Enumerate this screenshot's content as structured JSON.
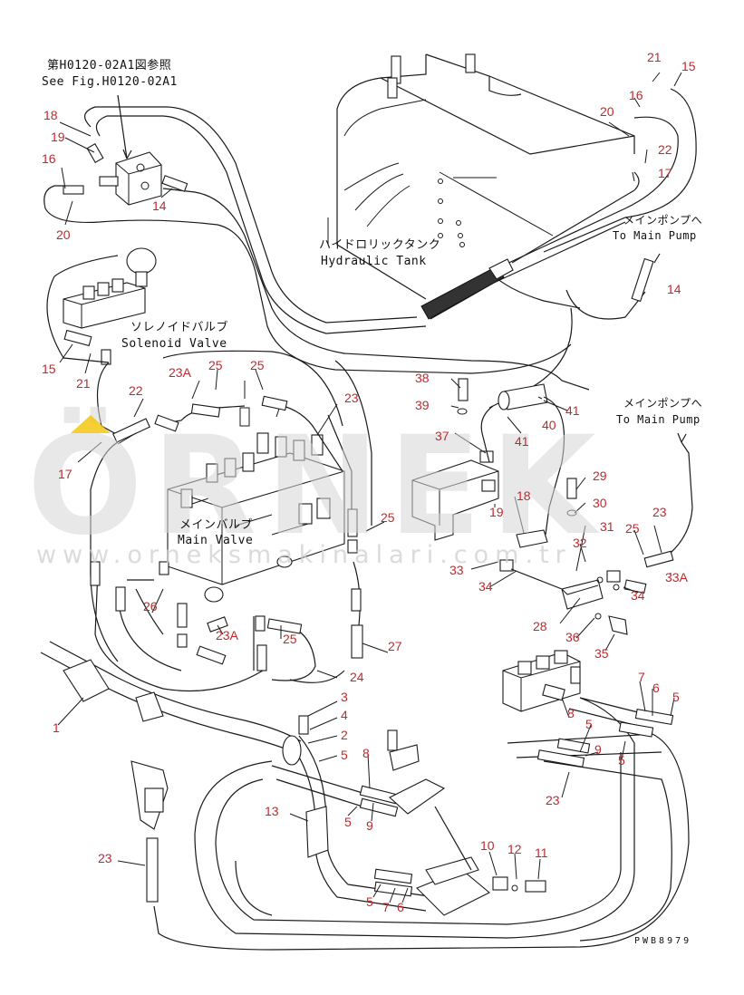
{
  "notes": {
    "ref_jp": "第H0120-02A1図参照",
    "ref_en": "See Fig.H0120-02A1",
    "tank_jp": "ハイドロリックタンク",
    "tank_en": "Hydraulic Tank",
    "pump1_jp": "メインポンプへ",
    "pump1_en": "To Main Pump",
    "pump2_jp": "メインポンプへ",
    "pump2_en": "To Main Pump",
    "solenoid_jp": "ソレノイドバルブ",
    "solenoid_en": "Solenoid Valve",
    "main_valve_jp": "メインバルブ",
    "main_valve_en": "Main Valve",
    "drawing_code": "PWB8979"
  },
  "watermark": {
    "brand": "ÖRNEK",
    "url": "www.orneksmakinalari.com.tr",
    "brand_color": "#cfcfcf",
    "accent_color": "#f2c300"
  },
  "part_labels": {
    "c18a": "18",
    "c19a": "19",
    "c16a": "16",
    "c20a": "20",
    "c14a": "14",
    "c21a": "21",
    "c15a": "15",
    "c16b": "16",
    "c20b": "20",
    "c22a": "22",
    "c17a": "17",
    "c14b": "14",
    "c15b": "15",
    "c21b": "21",
    "c22b": "22",
    "c23a1": "23A",
    "c25a": "25",
    "c25b": "25",
    "c23a": "23",
    "c17b": "17",
    "c38": "38",
    "c39": "39",
    "c37": "37",
    "c41a": "41",
    "c40": "40",
    "c41b": "41",
    "c18b": "18",
    "c19b": "19",
    "c29": "29",
    "c30": "30",
    "c31": "31",
    "c32": "32",
    "c25c": "25",
    "c23b": "23",
    "c33": "33",
    "c34a": "34",
    "c33a": "33A",
    "c34b": "34",
    "c28": "28",
    "c36": "36",
    "c35": "35",
    "c25d": "25",
    "c26": "26",
    "c23a2": "23A",
    "c25e": "25",
    "c27": "27",
    "c24": "24",
    "c3": "3",
    "c4": "4",
    "c2": "2",
    "c5a": "5",
    "c1": "1",
    "c7a": "7",
    "c6a": "6",
    "c5b": "5",
    "c8a": "8",
    "c5c": "5",
    "c9a": "9",
    "c5d": "5",
    "c23c": "23",
    "c8b": "8",
    "c9b": "9",
    "c5e": "5",
    "c13": "13",
    "c10": "10",
    "c12": "12",
    "c11": "11",
    "c5f": "5",
    "c7b": "7",
    "c6b": "6",
    "c23d": "23"
  }
}
